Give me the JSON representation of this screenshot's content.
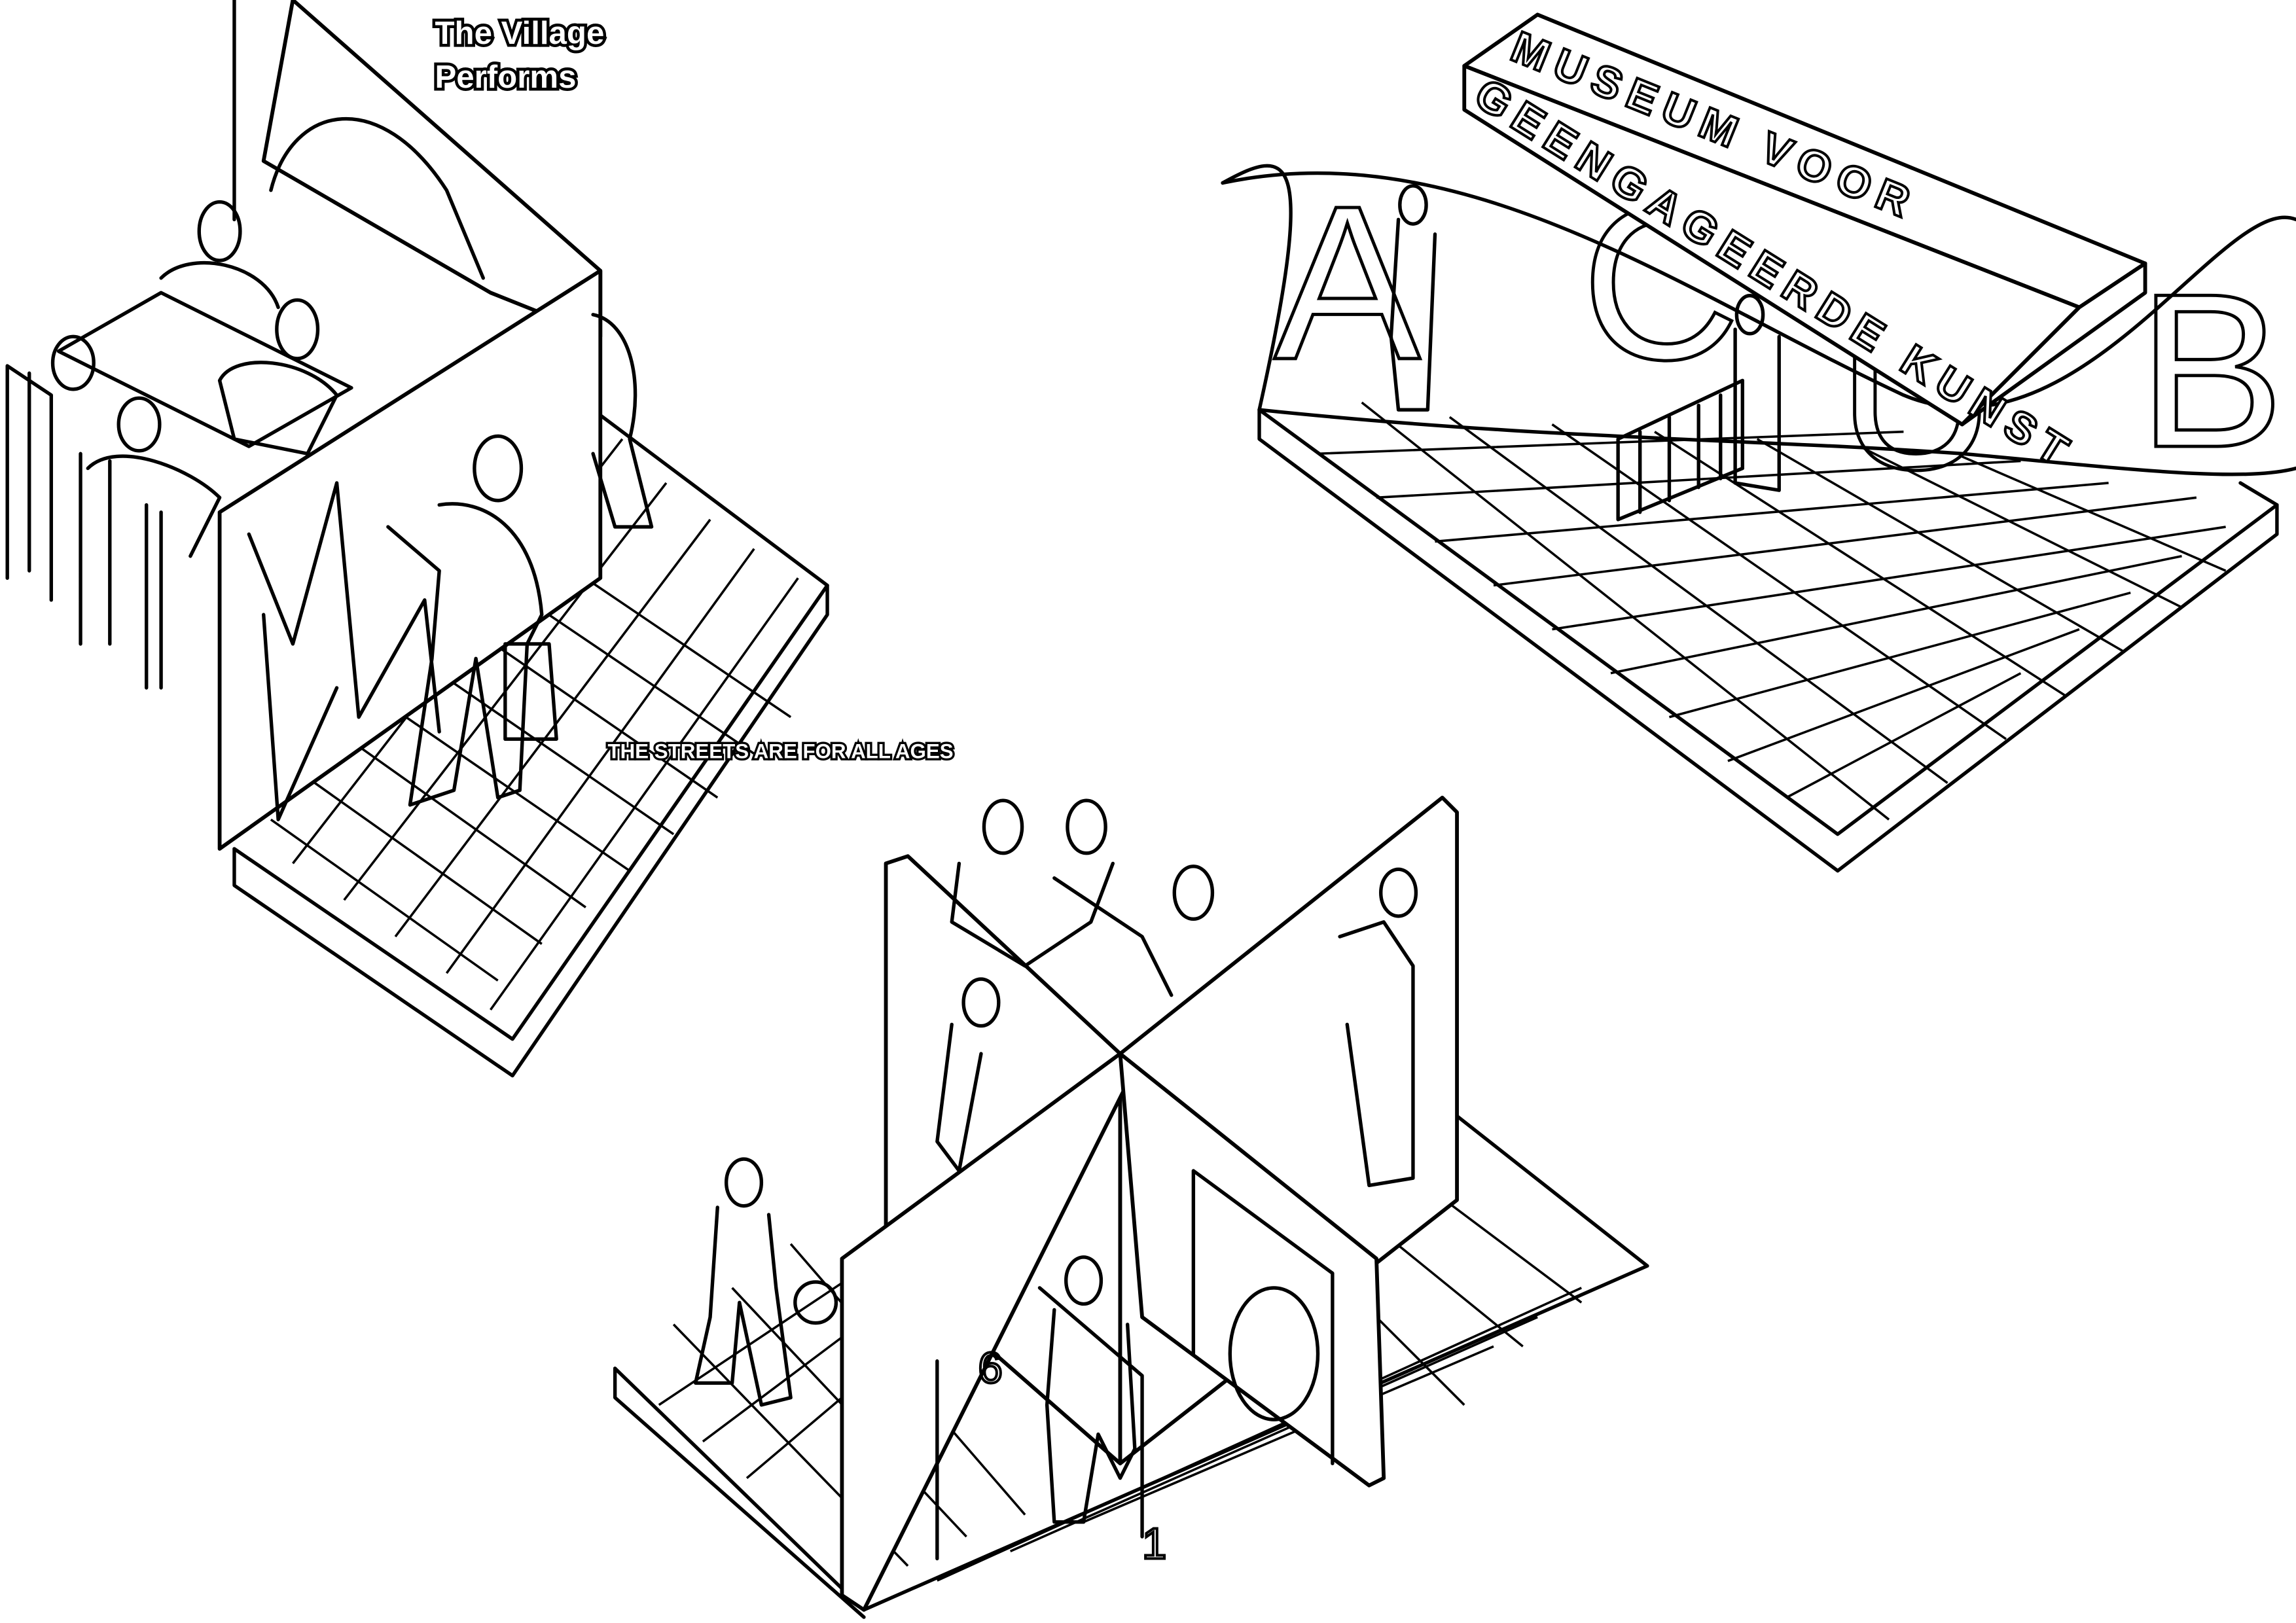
{
  "scenes": {
    "village": {
      "title_line1": "The Village",
      "title_line2": "Performs"
    },
    "streets": {
      "caption": "THE STREETS ARE FOR ALL AGES",
      "floor_numbers": [
        "6",
        "1"
      ]
    },
    "museum": {
      "sign_top": "MUSEUM VOOR",
      "sign_front": "GEENGAGEERDE KUNST",
      "wall_letters": [
        "A",
        "C",
        "U",
        "B"
      ]
    }
  },
  "colors": {
    "ink": "#000000",
    "paper": "#ffffff"
  }
}
